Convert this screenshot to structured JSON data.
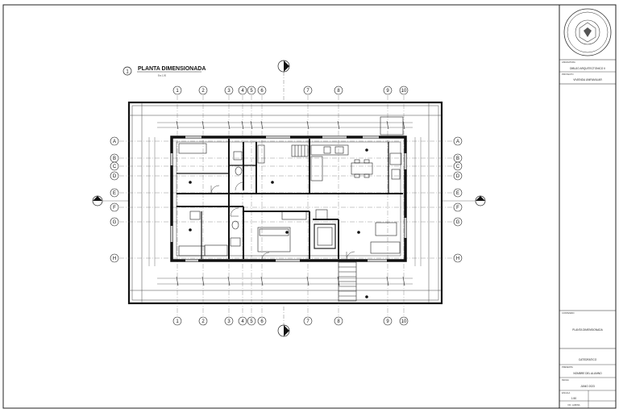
{
  "drawing": {
    "number": "1",
    "title": "PLANTA DIMENSIONADA",
    "scale": "Esc 1:50"
  },
  "grid": {
    "columns": [
      "1",
      "2",
      "3",
      "4",
      "5",
      "6",
      "7",
      "8",
      "9",
      "10"
    ],
    "rows": [
      "A",
      "B",
      "C",
      "D",
      "E",
      "F",
      "G",
      "H"
    ]
  },
  "title_block": {
    "field1_label": "ASIGNATURA",
    "field1_value": "DIBUJO ARQUITECTONICO II",
    "field2_label": "PROYECTO",
    "field2_value": "VIVIENDA UNIFAMILIAR",
    "sheet_label": "CONTENIDO",
    "sheet_value": "PLANTA DIMENSIONADA",
    "field3_value": "CATEDRATICO",
    "field4_label": "PRESENTA",
    "field4_value": "NOMBRE DEL ALUMNO",
    "field5_label": "FECHA",
    "field5_value": "JUNIO 2023",
    "field6_label": "ESCALA",
    "field6_value": "1:50",
    "field7_value": "NO. LAMINA"
  }
}
